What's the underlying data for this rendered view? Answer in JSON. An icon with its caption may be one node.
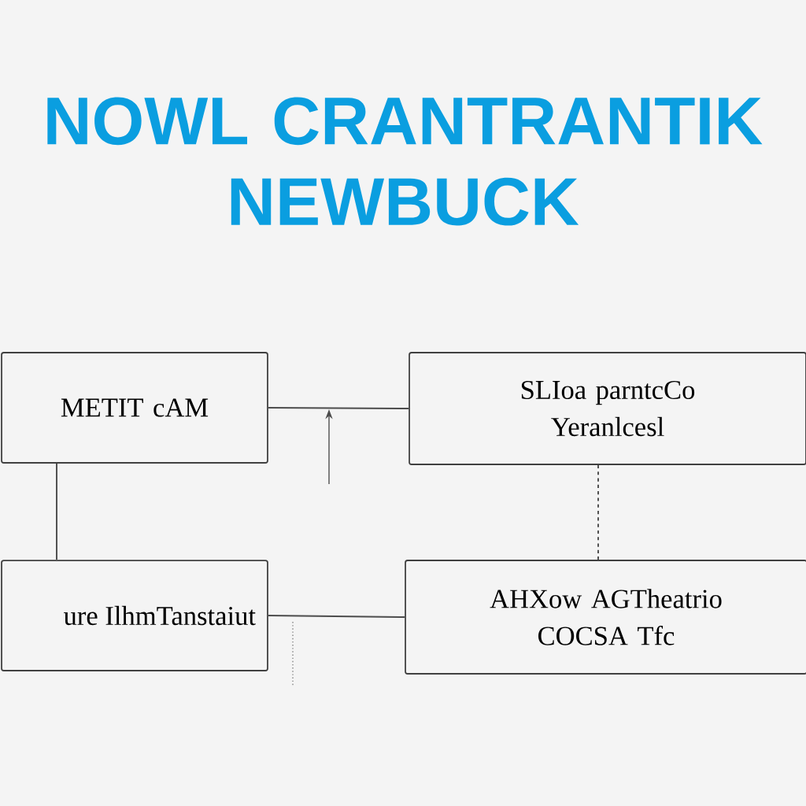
{
  "diagram": {
    "title": "NOWL CRANTRANTIK NEWBUCK",
    "nodes": [
      {
        "text": [
          "METIT cAM"
        ]
      },
      {
        "text": [
          "SLIoa parntcCo",
          "Yeranlcesl"
        ]
      },
      {
        "text": [
          "ure IlhmTanstaiut"
        ]
      },
      {
        "text": [
          "AHXow AGTheatrio",
          "COCSA Tfc"
        ]
      }
    ],
    "edges": [
      {
        "from": 0,
        "to": 1,
        "arrow": "none"
      },
      {
        "from": 0,
        "to": 2,
        "arrow": "none"
      },
      {
        "from": 1,
        "to": 3,
        "arrow": "none",
        "style": "dashed"
      },
      {
        "from": 2,
        "to": 3,
        "arrow": "none"
      }
    ]
  }
}
